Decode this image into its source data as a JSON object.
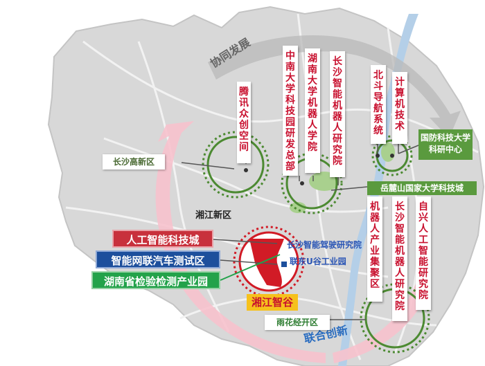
{
  "arrows": {
    "top": "协同发展",
    "bottom": "联合创新"
  },
  "districts": {
    "changsha_hightech": "长沙高新区",
    "xiangjiang_new": "湘江新区",
    "yuhua_econ": "雨花经开区"
  },
  "vertical_cards": {
    "tencent": "腾讯众创空间",
    "csu": "中南大学科技园研发总部",
    "hnu": "湖南大学机器人学院",
    "cs_robot_top": "长沙智能机器人研究院",
    "beidou": "北斗导航系统",
    "computer": "计算机技术",
    "robot_cluster": "机器人产业集聚区",
    "cs_robot_bottom": "长沙智能机器人研究院",
    "zixing": "自兴人工智能研究院"
  },
  "green_labels": {
    "nudt": "国防科技大学科研中心",
    "yuelu": "岳麓山国家大学科技城"
  },
  "core": {
    "ai_city": "人工智能科技城",
    "connected_car": "智能网联汽车测试区",
    "inspection": "湖南省检验检测产业园",
    "driving_institute": "长沙智能驾驶研究院",
    "liandong": "联东U谷工业园",
    "xiangjiang_valley": "湘江智谷"
  },
  "colors": {
    "card_text": "#c8102e",
    "green_label": "#5a9a3e",
    "ai_city_bg": "#c8313c",
    "connected_car_bg": "#1d4f9c",
    "inspection_bg": "#23a24a",
    "valley_bg": "#f6c11c",
    "xiangjiang_river": "#b4cfe8",
    "map_fill": "#d8d8d8"
  }
}
